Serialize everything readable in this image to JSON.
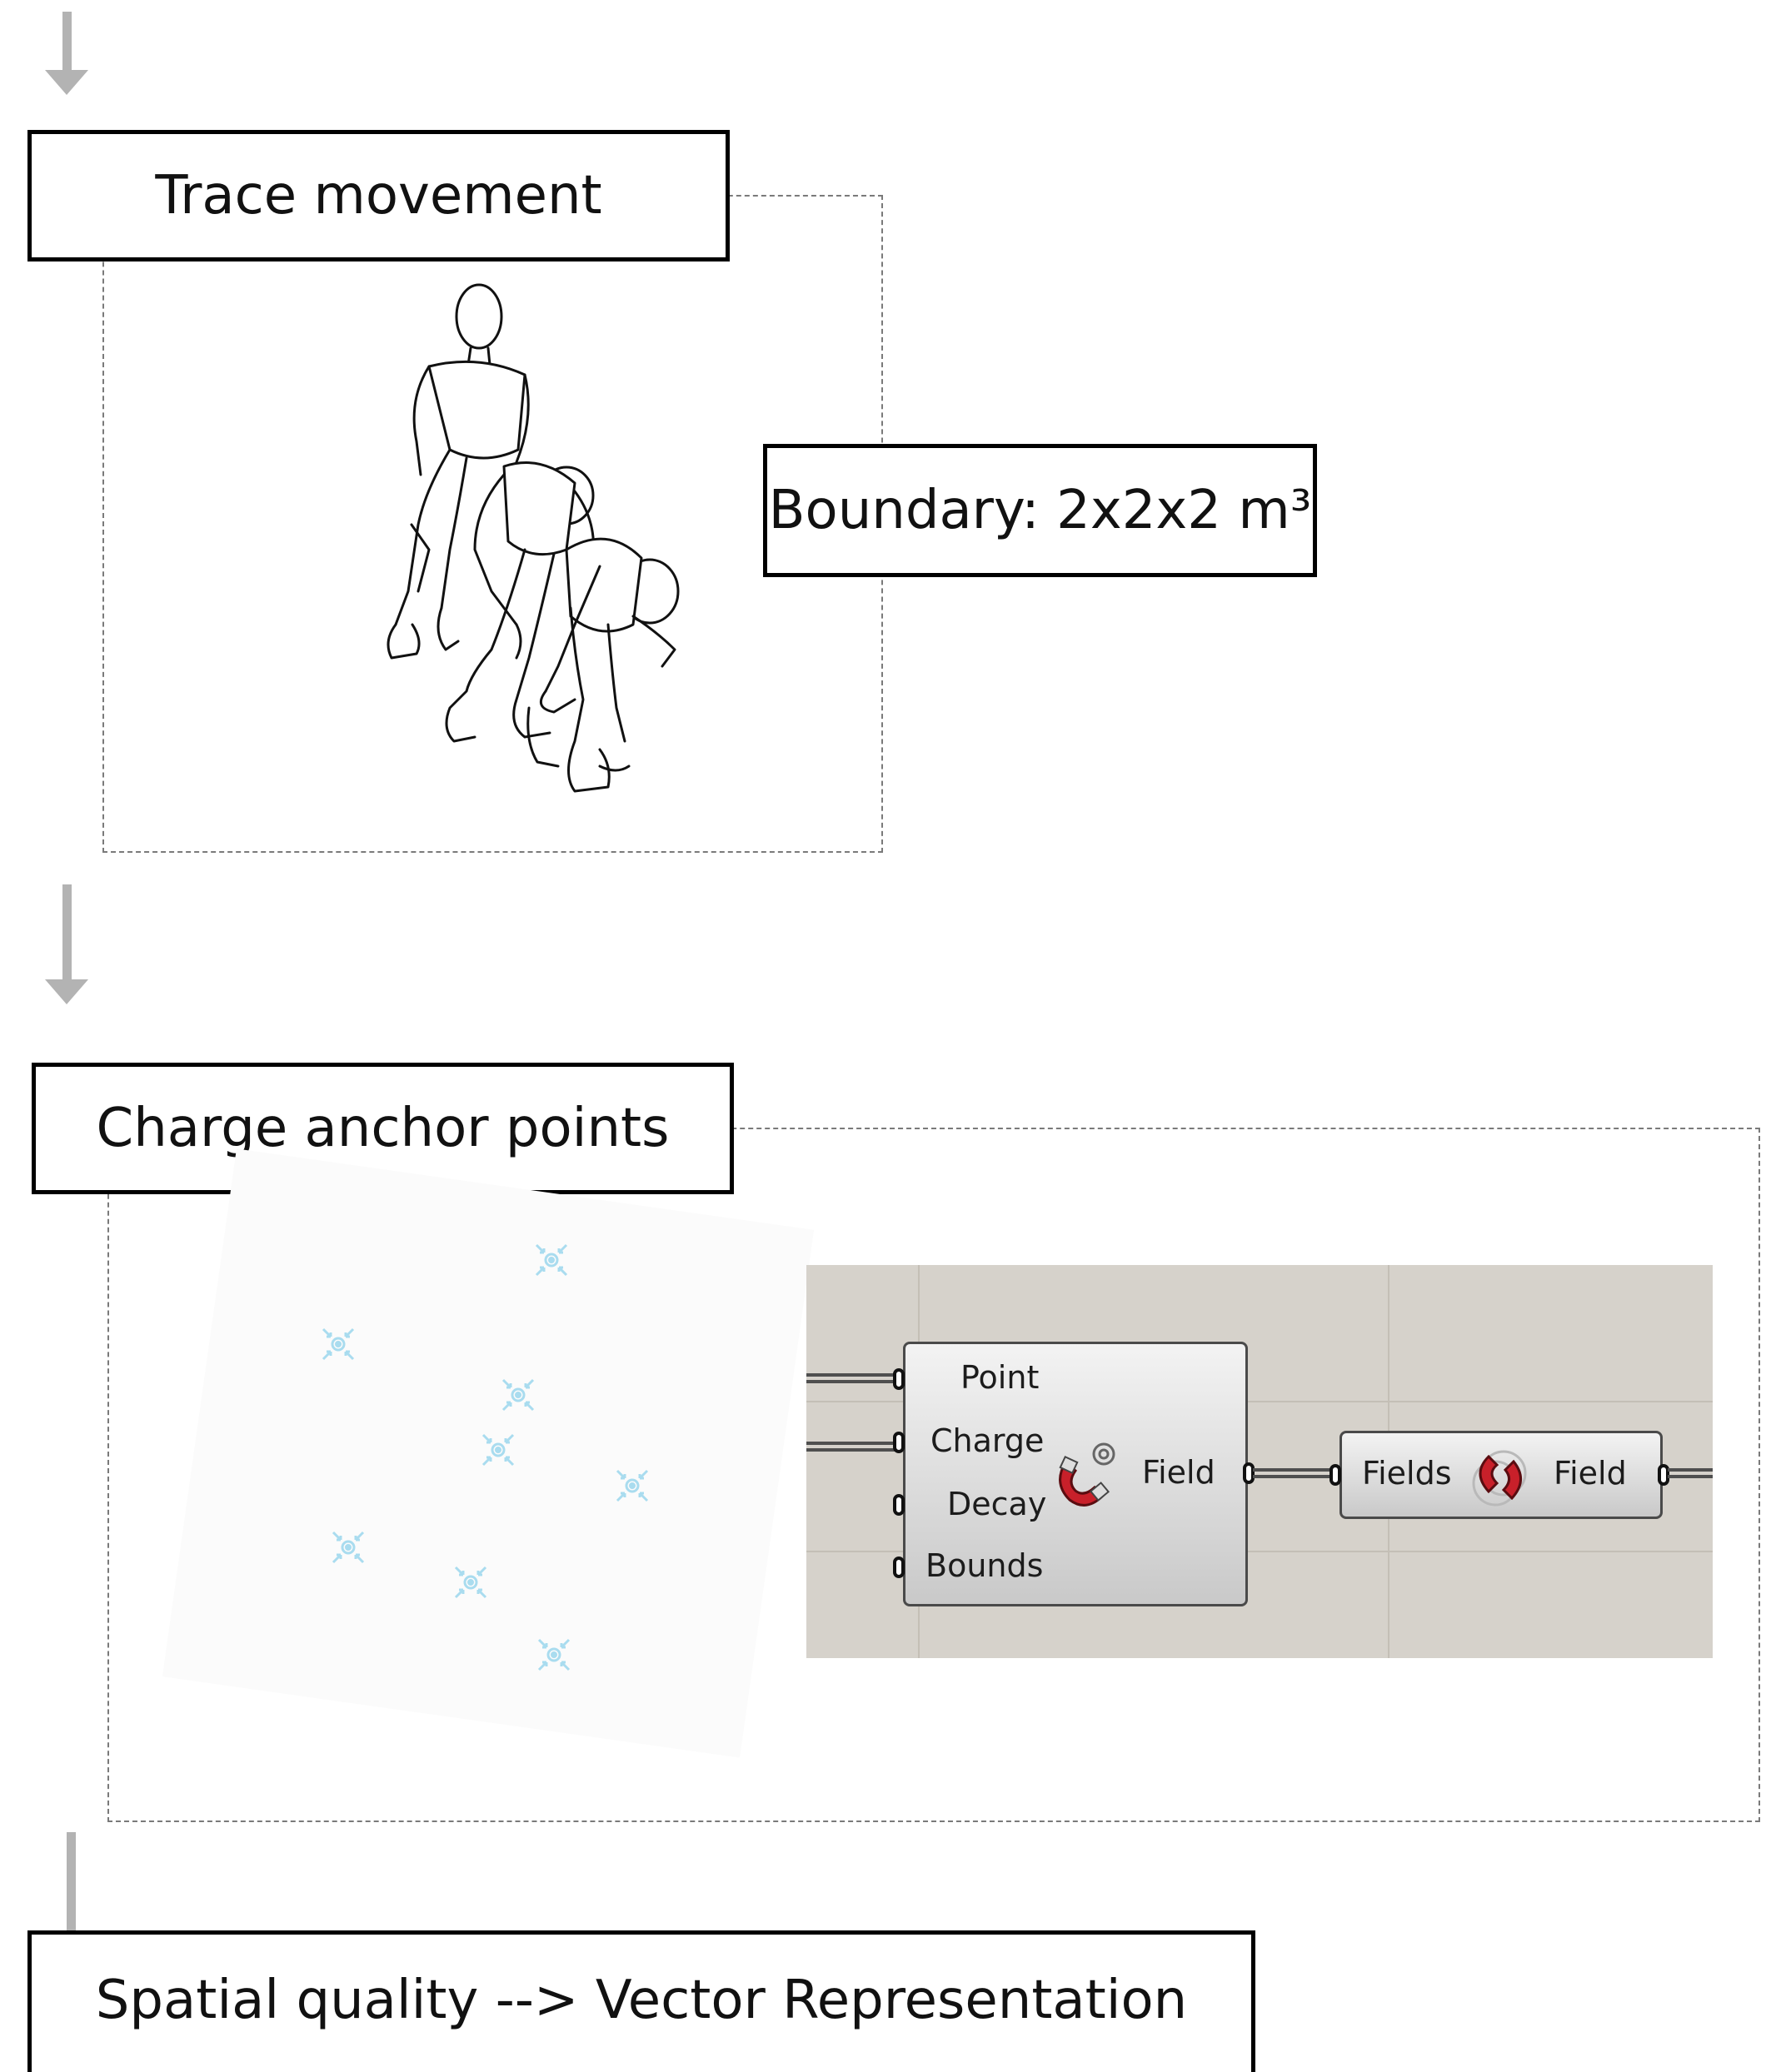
{
  "steps": {
    "trace": {
      "label": "Trace movement"
    },
    "boundary": {
      "label": "Boundary: 2x2x2 m³"
    },
    "charge": {
      "label": "Charge anchor points"
    },
    "spatial": {
      "label": "Spatial quality --> Vector Representation"
    }
  },
  "grasshopper": {
    "point_charge": {
      "inputs": [
        "Point",
        "Charge",
        "Decay",
        "Bounds"
      ],
      "output": "Field",
      "icon": "magnet-icon"
    },
    "merge_fields": {
      "input": "Fields",
      "output": "Field",
      "icon": "merge-fields-icon"
    },
    "canvas_color": "#d6d2cb"
  },
  "anchor_points": {
    "count": 8,
    "color": "#a9dcef"
  },
  "arrow_color": "#b3b3b3"
}
